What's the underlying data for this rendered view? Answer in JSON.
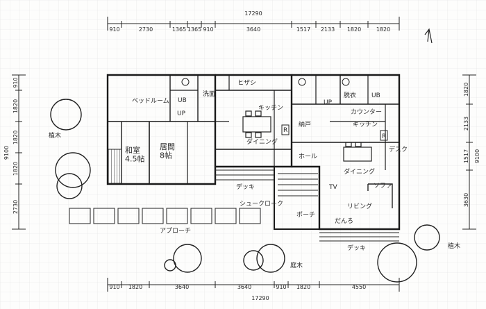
{
  "dims_top": {
    "total": "17290",
    "segments": [
      "910",
      "2730",
      "1365",
      "1365",
      "910",
      "3640",
      "1517",
      "2133",
      "1820",
      "1820"
    ]
  },
  "dims_bottom": {
    "total": "17290",
    "segments": [
      "910",
      "1820",
      "3640",
      "3640",
      "910",
      "1820",
      "4550"
    ]
  },
  "dims_left": {
    "total": "9100",
    "segments": [
      "910",
      "1820",
      "1820",
      "1820",
      "2730"
    ]
  },
  "dims_right": {
    "total": "9100",
    "segments": [
      "1820",
      "2133",
      "1517",
      "3630"
    ]
  },
  "rooms": {
    "bedroom": "ベッドルーム",
    "ub_left": "UB",
    "washroom": "洗面",
    "closet": "ヒザシ",
    "kitchen_left": "キッチン",
    "dining_left": "ダイニング",
    "storage": "納戸",
    "hall": "ホール",
    "washitsu": "和室\n4.5帖",
    "ima": "居間\n8帖",
    "deck_left": "デッキ",
    "shoe_cloak": "シュークローク",
    "porch": "ポーチ",
    "datsui": "脱衣",
    "ub_right": "UB",
    "counter": "カウンター",
    "kitchen_right": "キッチン",
    "desk": "デスク",
    "dining_right": "ダイニング",
    "sofa": "ソファ",
    "living": "リビング",
    "danro": "だんろ",
    "deck_right": "デッキ",
    "tv": "TV",
    "up1": "UP",
    "up2": "UP",
    "r1": "R",
    "r2": "R",
    "approach": "アプローチ",
    "trees_left": "植木",
    "trees_right": "植木",
    "garden": "庭木"
  }
}
